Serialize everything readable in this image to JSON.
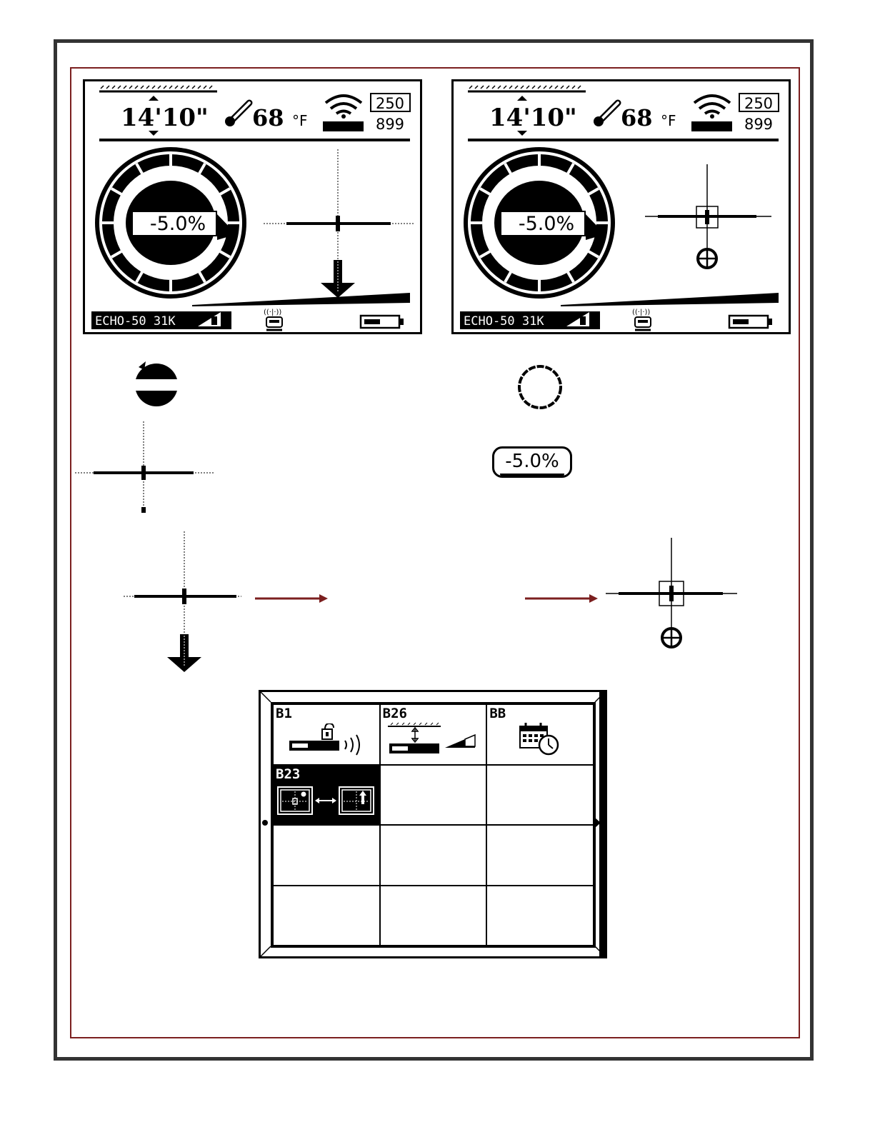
{
  "screens": [
    {
      "depth": "14'10\"",
      "temperature": "68",
      "temp_unit": "°F",
      "signal_top": "250",
      "signal_bottom": "899",
      "pitch": "-5.0%",
      "transmitter": "ECHO-50 31K",
      "mode": "crosshair-arrow",
      "battery_level": 0.5
    },
    {
      "depth": "14'10\"",
      "temperature": "68",
      "temp_unit": "°F",
      "signal_top": "250",
      "signal_bottom": "899",
      "pitch": "-5.0%",
      "transmitter": "ECHO-50 31K",
      "mode": "crosshair-box-target",
      "battery_level": 0.5
    }
  ],
  "callouts": {
    "pitch_pill": "-5.0%"
  },
  "grid_menu": {
    "cells": [
      {
        "label": "B1",
        "icon": "lock-signal-icon",
        "selected": false
      },
      {
        "label": "B26",
        "icon": "depth-gain-icon",
        "selected": false
      },
      {
        "label": "BB",
        "icon": "calendar-clock-icon",
        "selected": false
      },
      {
        "label": "B23",
        "icon": "locate-mode-swap-icon",
        "selected": true
      },
      {
        "label": "",
        "icon": "",
        "selected": false
      },
      {
        "label": "",
        "icon": "",
        "selected": false
      },
      {
        "label": "",
        "icon": "",
        "selected": false
      },
      {
        "label": "",
        "icon": "",
        "selected": false
      },
      {
        "label": "",
        "icon": "",
        "selected": false
      },
      {
        "label": "",
        "icon": "",
        "selected": false
      },
      {
        "label": "",
        "icon": "",
        "selected": false
      },
      {
        "label": "",
        "icon": "",
        "selected": false
      }
    ]
  },
  "colors": {
    "frame": "#333333",
    "accent": "#7b1f1f",
    "display": "#000000"
  }
}
